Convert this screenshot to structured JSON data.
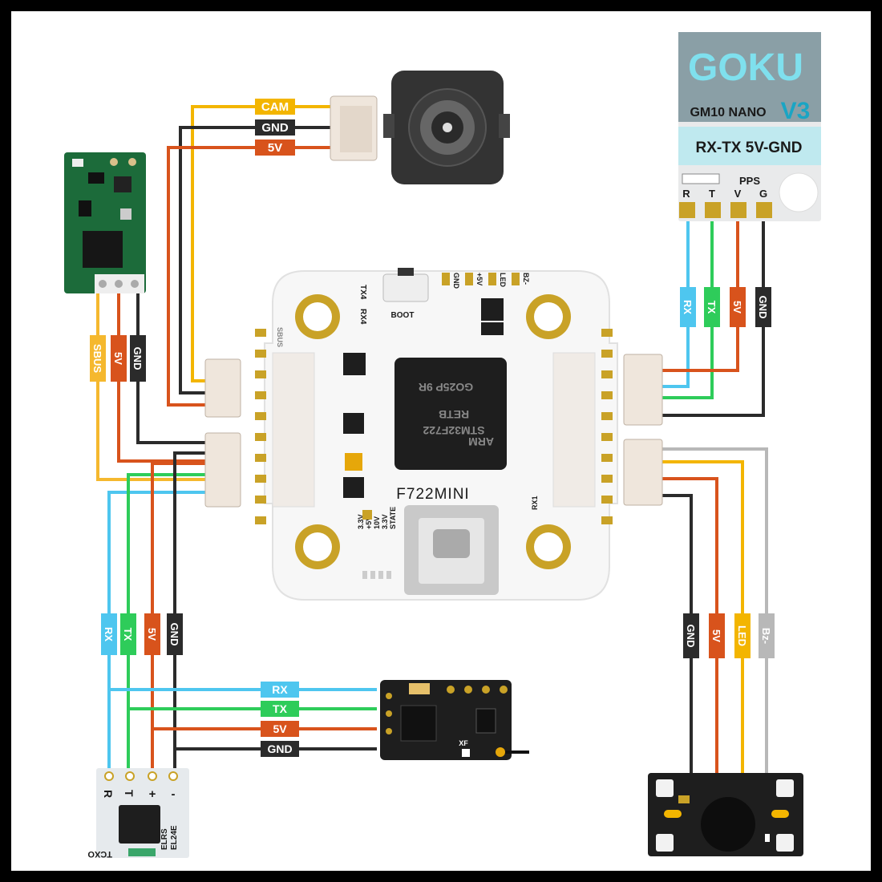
{
  "colors": {
    "rx": "#4ec6ef",
    "tx": "#2ecc5a",
    "v5": "#d8531c",
    "gnd": "#2b2b2b",
    "cam": "#f3b500",
    "led": "#f3b500",
    "bz": "#b8b8b8",
    "sbus": "#f5b82e",
    "pcb_green": "#1c6b3a",
    "fc_white": "#f7f7f7",
    "pad_gold": "#c9a227",
    "gps_teal": "#bfe9ef"
  },
  "gps": {
    "brand": "GOKU",
    "model": "GM10 NANO",
    "version": "V3",
    "pinout": "RX-TX 5V-GND",
    "pps": "PPS",
    "pins": [
      "R",
      "T",
      "V",
      "G"
    ]
  },
  "camera_wires": {
    "labels": [
      "CAM",
      "GND",
      "5V"
    ]
  },
  "receiver_left_wires": {
    "labels": [
      "SBUS",
      "5V",
      "GND"
    ]
  },
  "gps_wires": {
    "labels": [
      "RX",
      "TX",
      "5V",
      "GND"
    ]
  },
  "elrs_wires": {
    "labels": [
      "RX",
      "TX",
      "5V",
      "GND"
    ]
  },
  "elrs_rx_horizontal": {
    "labels": [
      "RX",
      "TX",
      "5V",
      "GND"
    ]
  },
  "buzzer_wires": {
    "labels": [
      "GND",
      "5V",
      "LED",
      "Bz-"
    ]
  },
  "fc": {
    "name": "F722MINI",
    "mcu_lines": [
      "ARM",
      "STM32F722",
      "RETB",
      "GO25P 9R"
    ],
    "boot": "BOOT",
    "tx4": "TX4",
    "rx4": "RX4",
    "top_pads": [
      "GND",
      "+5V",
      "LED",
      "BZ-"
    ],
    "left_side": "SBUS",
    "rx1": "RX1",
    "power_labels": [
      "3.3V",
      "+5V",
      "10V",
      "3.3V",
      "STATE"
    ]
  },
  "elrs_module": {
    "pins": [
      "R",
      "T",
      "+",
      "-"
    ],
    "chip_text": [
      "ELRS",
      "EL24E"
    ],
    "tcxo": "TCXO"
  },
  "rx_module_right": {
    "xf": "XF"
  }
}
